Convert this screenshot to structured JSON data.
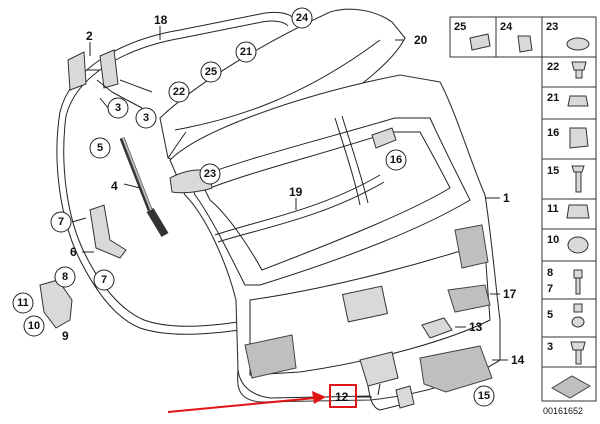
{
  "diagram": {
    "callouts_main": {
      "c18": "18",
      "c2": "2",
      "c24": "24",
      "c20": "20",
      "c21": "21",
      "c25": "25",
      "c22": "22",
      "c3a": "3",
      "c3b": "3",
      "c5": "5",
      "c4": "4",
      "c23": "23",
      "c19": "19",
      "c16": "16",
      "c1": "1",
      "c7a": "7",
      "c6": "6",
      "c7b": "7",
      "c8": "8",
      "c11": "11",
      "c10": "10",
      "c9": "9",
      "c17": "17",
      "c13": "13",
      "c14": "14",
      "c12": "12",
      "c15": "15"
    },
    "side_panel": {
      "top_row": [
        "25",
        "24",
        "23"
      ],
      "column": [
        "22",
        "21",
        "16",
        "15",
        "11",
        "10",
        "8",
        "7",
        "5",
        "3"
      ]
    },
    "highlighted_part": "12",
    "reference_number": "00161652",
    "colors": {
      "highlight_red": "#e01515",
      "line": "#222222",
      "part_fill": "#d9d9d9"
    }
  }
}
